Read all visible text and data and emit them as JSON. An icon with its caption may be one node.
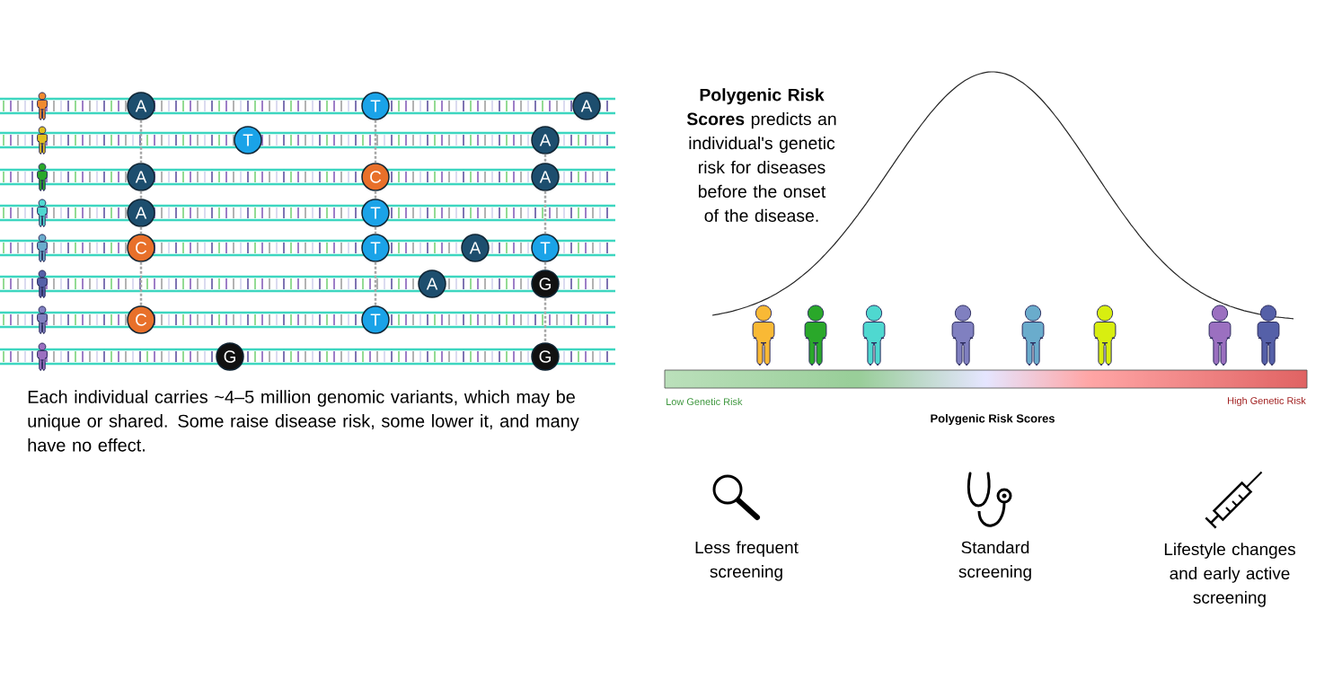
{
  "diagram": {
    "nodes": [
      {
        "text": [
          "A"
        ]
      },
      {
        "text": [
          "T"
        ]
      },
      {
        "text": [
          "A"
        ]
      },
      {
        "text": [
          "T"
        ]
      },
      {
        "text": [
          "A"
        ]
      },
      {
        "text": [
          "A"
        ]
      },
      {
        "text": [
          "C"
        ]
      },
      {
        "text": [
          "A"
        ]
      },
      {
        "text": [
          "A"
        ]
      },
      {
        "text": [
          "T"
        ]
      },
      {
        "text": [
          "C"
        ]
      },
      {
        "text": [
          "T"
        ]
      },
      {
        "text": [
          "A"
        ]
      },
      {
        "text": [
          "T"
        ]
      },
      {
        "text": [
          "A"
        ]
      },
      {
        "text": [
          "G"
        ]
      },
      {
        "text": [
          "C"
        ]
      },
      {
        "text": [
          "T"
        ]
      },
      {
        "text": [
          "G"
        ]
      },
      {
        "text": [
          "G"
        ]
      }
    ],
    "edges": [
      {
        "from": 0,
        "to": 5,
        "arrow": "none",
        "style": "dashed"
      },
      {
        "from": 5,
        "to": 8,
        "arrow": "none",
        "style": "dashed"
      },
      {
        "from": 8,
        "to": 10,
        "arrow": "none",
        "style": "dashed"
      },
      {
        "from": 10,
        "to": 16,
        "arrow": "none",
        "style": "dashed"
      },
      {
        "from": 1,
        "to": 6,
        "arrow": "none",
        "style": "dashed"
      },
      {
        "from": 6,
        "to": 9,
        "arrow": "none",
        "style": "dashed"
      },
      {
        "from": 9,
        "to": 11,
        "arrow": "none",
        "style": "dashed"
      },
      {
        "from": 11,
        "to": 17,
        "arrow": "none",
        "style": "dashed"
      },
      {
        "from": 4,
        "to": 7,
        "arrow": "none",
        "style": "dashed"
      },
      {
        "from": 7,
        "to": 13,
        "arrow": "none",
        "style": "dashed"
      },
      {
        "from": 13,
        "to": 15,
        "arrow": "none",
        "style": "dashed"
      },
      {
        "from": 15,
        "to": 19,
        "arrow": "none",
        "style": "dashed"
      }
    ],
    "labels": [
      "Each individual carries ~4–5 million genomic variants, which may be unique or shared. Some raise disease risk, some lower it, and many have no effect.",
      "**Polygenic Risk Scores** predicts an individual's genetic risk for diseases before the onset of the disease.",
      "Low Genetic Risk",
      "High Genetic Risk",
      "Polygenic Risk Scores",
      "Less frequent screening",
      "Standard screening",
      "Lifestyle changes and early active screening"
    ]
  }
}
